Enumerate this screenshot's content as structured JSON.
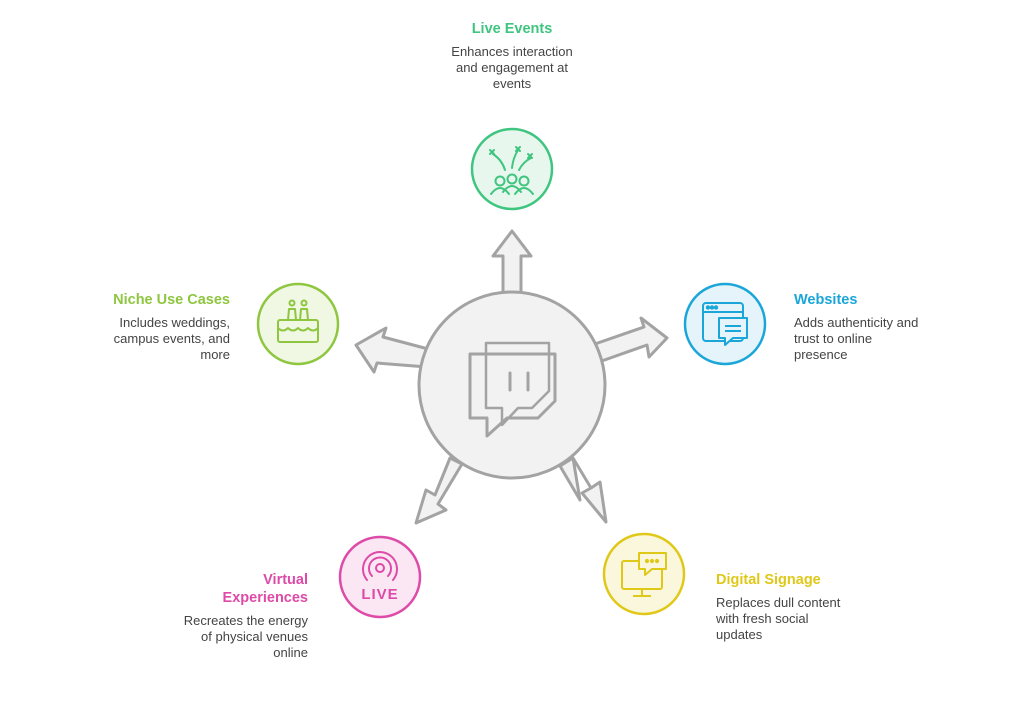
{
  "hub": {
    "icon": "twitch-chat-icon",
    "color": "#a3a3a3",
    "fill": "#f2f2f2"
  },
  "nodes": [
    {
      "id": "live-events",
      "title": "Live Events",
      "description": [
        "Enhances interaction",
        "and engagement at",
        "events"
      ],
      "color": "#3fc57f",
      "fill": "#e8f7ee",
      "icon": "crowd-fireworks-icon"
    },
    {
      "id": "websites",
      "title": "Websites",
      "description": [
        "Adds authenticity and",
        "trust to online",
        "presence"
      ],
      "color": "#1aa6d8",
      "fill": "#e5f4fb",
      "icon": "browser-chat-icon"
    },
    {
      "id": "digital-signage",
      "title": "Digital Signage",
      "description": [
        "Replaces dull content",
        "with fresh social",
        "updates"
      ],
      "color": "#e0c818",
      "fill": "#fbf7dc",
      "icon": "monitor-chat-icon"
    },
    {
      "id": "virtual-experiences",
      "title": "Virtual Experiences",
      "title_lines": [
        "Virtual",
        "Experiences"
      ],
      "description": [
        "Recreates the energy",
        "of physical venues",
        "online"
      ],
      "color": "#de4aa8",
      "fill": "#fbe7f3",
      "icon": "live-broadcast-icon",
      "icon_text": "LIVE"
    },
    {
      "id": "niche-use-cases",
      "title": "Niche Use Cases",
      "description": [
        "Includes weddings,",
        "campus events, and",
        "more"
      ],
      "color": "#8ec63f",
      "fill": "#f0f8e4",
      "icon": "wedding-cake-icon"
    }
  ]
}
